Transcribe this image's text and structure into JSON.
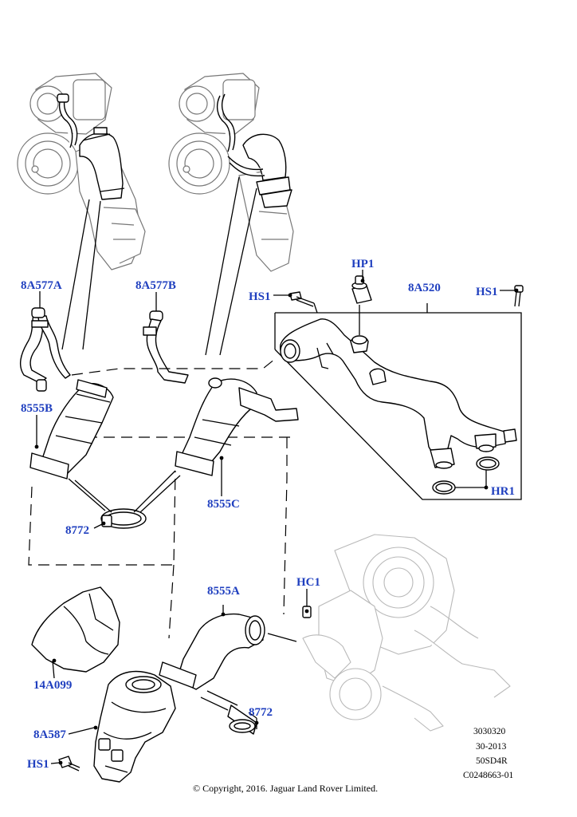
{
  "parts": {
    "p_8a577a": "8A577A",
    "p_8a577b": "8A577B",
    "p_hs1_top": "HS1",
    "p_hp1": "HP1",
    "p_8a520": "8A520",
    "p_hs1_right": "HS1",
    "p_8555b": "8555B",
    "p_8772_left": "8772",
    "p_8555c": "8555C",
    "p_hr1": "HR1",
    "p_hc1": "HC1",
    "p_8555a": "8555A",
    "p_14a099": "14A099",
    "p_8772_bottom": "8772",
    "p_8a587": "8A587",
    "p_hs1_bottom": "HS1"
  },
  "reference": {
    "line1": "3030320",
    "line2": "30-2013",
    "line3": "50SD4R",
    "line4": "C0248663-01"
  },
  "copyright": "© Copyright, 2016. Jaguar Land Rover Limited.",
  "colors": {
    "label": "#1f3fbf",
    "line": "#000000",
    "ghost": "#b9b9b9"
  }
}
